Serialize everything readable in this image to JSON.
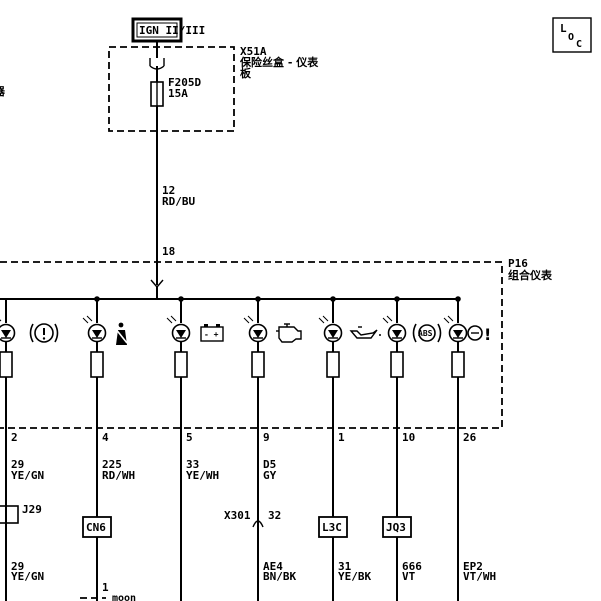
{
  "power_source": {
    "label": "IGN II/III"
  },
  "fuse_box": {
    "id": "X51A",
    "name_line1": "保险丝盒 - 仪表",
    "name_line2": "板"
  },
  "fuse": {
    "id": "F205D",
    "rating": "15A"
  },
  "feed_wire": {
    "circuit": "12",
    "color": "RD/BU"
  },
  "cluster_pin": "18",
  "cluster": {
    "id": "P16",
    "name": "组合仪表"
  },
  "loc_badge": {
    "main": "L",
    "sub1": "O",
    "sub2": "C"
  },
  "left_edge_fragment": "器",
  "indicators": [
    {
      "icon": "seatbelt-warning-icon",
      "symbol": "(!)",
      "pin": "2",
      "circuit": "29",
      "color": "YE/GN",
      "connector": "J29",
      "circuit_after": "29",
      "color_after": "YE/GN"
    },
    {
      "icon": "seatbelt-person-icon",
      "symbol": "",
      "pin": "4",
      "circuit": "225",
      "color": "RD/WH",
      "connector": "CN6",
      "circuit_after": "1",
      "color_after": "",
      "extra": "moon"
    },
    {
      "icon": "battery-icon",
      "symbol": "- +",
      "pin": "5",
      "circuit": "33",
      "color": "YE/WH"
    },
    {
      "icon": "engine-check-icon",
      "symbol": "",
      "pin": "9",
      "circuit": "D5",
      "color": "GY",
      "connector": "X301",
      "connector_pin": "32",
      "circuit_after": "AE4",
      "color_after": "BN/BK"
    },
    {
      "icon": "oil-pressure-icon",
      "symbol": "",
      "pin": "1",
      "circuit": "",
      "color": "",
      "connector": "L3C",
      "circuit_after": "31",
      "color_after": "YE/BK"
    },
    {
      "icon": "abs-icon",
      "symbol": "(ABS)",
      "pin": "10",
      "circuit": "",
      "color": "",
      "connector": "JQ3",
      "circuit_after": "666",
      "color_after": "VT"
    },
    {
      "icon": "tpms-warning-icon",
      "symbol": "!",
      "pin": "26",
      "circuit": "",
      "color": "",
      "circuit_after": "EP2",
      "color_after": "VT/WH"
    }
  ]
}
